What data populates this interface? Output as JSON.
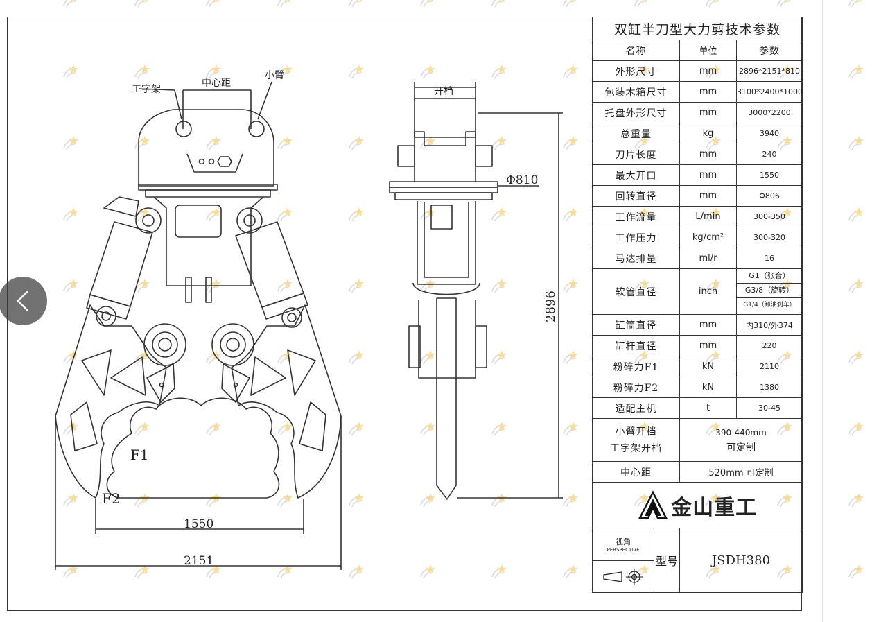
{
  "drawing": {
    "labels": {
      "h_frame": "工字架",
      "center_distance": "中心距",
      "small_arm": "小臂",
      "opening": "开档",
      "diameter": "Φ810",
      "height": "2896",
      "f1": "F1",
      "f2": "F2",
      "jaw_open": "1550",
      "overall_width": "2151"
    }
  },
  "spec_table": {
    "title": "双缸半刀型大力剪技术参数",
    "headers": {
      "name": "名称",
      "unit": "单位",
      "param": "参数"
    },
    "rows": [
      {
        "name": "外形尺寸",
        "unit": "mm",
        "value": "2896*2151*810"
      },
      {
        "name": "包装木箱尺寸",
        "unit": "mm",
        "value": "3100*2400*1000"
      },
      {
        "name": "托盘外形尺寸",
        "unit": "mm",
        "value": "3000*2200"
      },
      {
        "name": "总重量",
        "unit": "kg",
        "value": "3940"
      },
      {
        "name": "刀片长度",
        "unit": "mm",
        "value": "240"
      },
      {
        "name": "最大开口",
        "unit": "mm",
        "value": "1550"
      },
      {
        "name": "回转直径",
        "unit": "mm",
        "value": "Φ806"
      },
      {
        "name": "工作流量",
        "unit": "L/min",
        "value": "300-350"
      },
      {
        "name": "工作压力",
        "unit": "kg/cm²",
        "value": "300-320"
      },
      {
        "name": "马达排量",
        "unit": "ml/r",
        "value": "16"
      }
    ],
    "hose": {
      "name": "软管直径",
      "unit": "inch",
      "values": [
        "G1（张合）",
        "G3/8（旋转）",
        "G1/4（卸油刹车）"
      ]
    },
    "rows2": [
      {
        "name": "缸筒直径",
        "unit": "mm",
        "value": "内310/外374"
      },
      {
        "name": "缸杆直径",
        "unit": "mm",
        "value": "220"
      },
      {
        "name": "粉碎力F1",
        "unit": "kN",
        "value": "2110"
      },
      {
        "name": "粉碎力F2",
        "unit": "kN",
        "value": "1380"
      },
      {
        "name": "适配主机",
        "unit": "t",
        "value": "30-45"
      }
    ],
    "opening": {
      "name_line1": "小臂开档",
      "name_line2": "工字架开档",
      "value_line1": "390-440mm",
      "value_line2": "可定制"
    },
    "center": {
      "name": "中心距",
      "value": "520mm 可定制"
    },
    "brand": "金山重工",
    "perspective_cn": "视角",
    "perspective_en": "PERSPECTIVE",
    "model_label": "型号",
    "model": "JSDH380"
  },
  "nav": {
    "back_icon": "chevron-left-icon"
  },
  "colors": {
    "line": "#333333",
    "watermark": "#f5c242",
    "button": "#3c3c3c"
  }
}
